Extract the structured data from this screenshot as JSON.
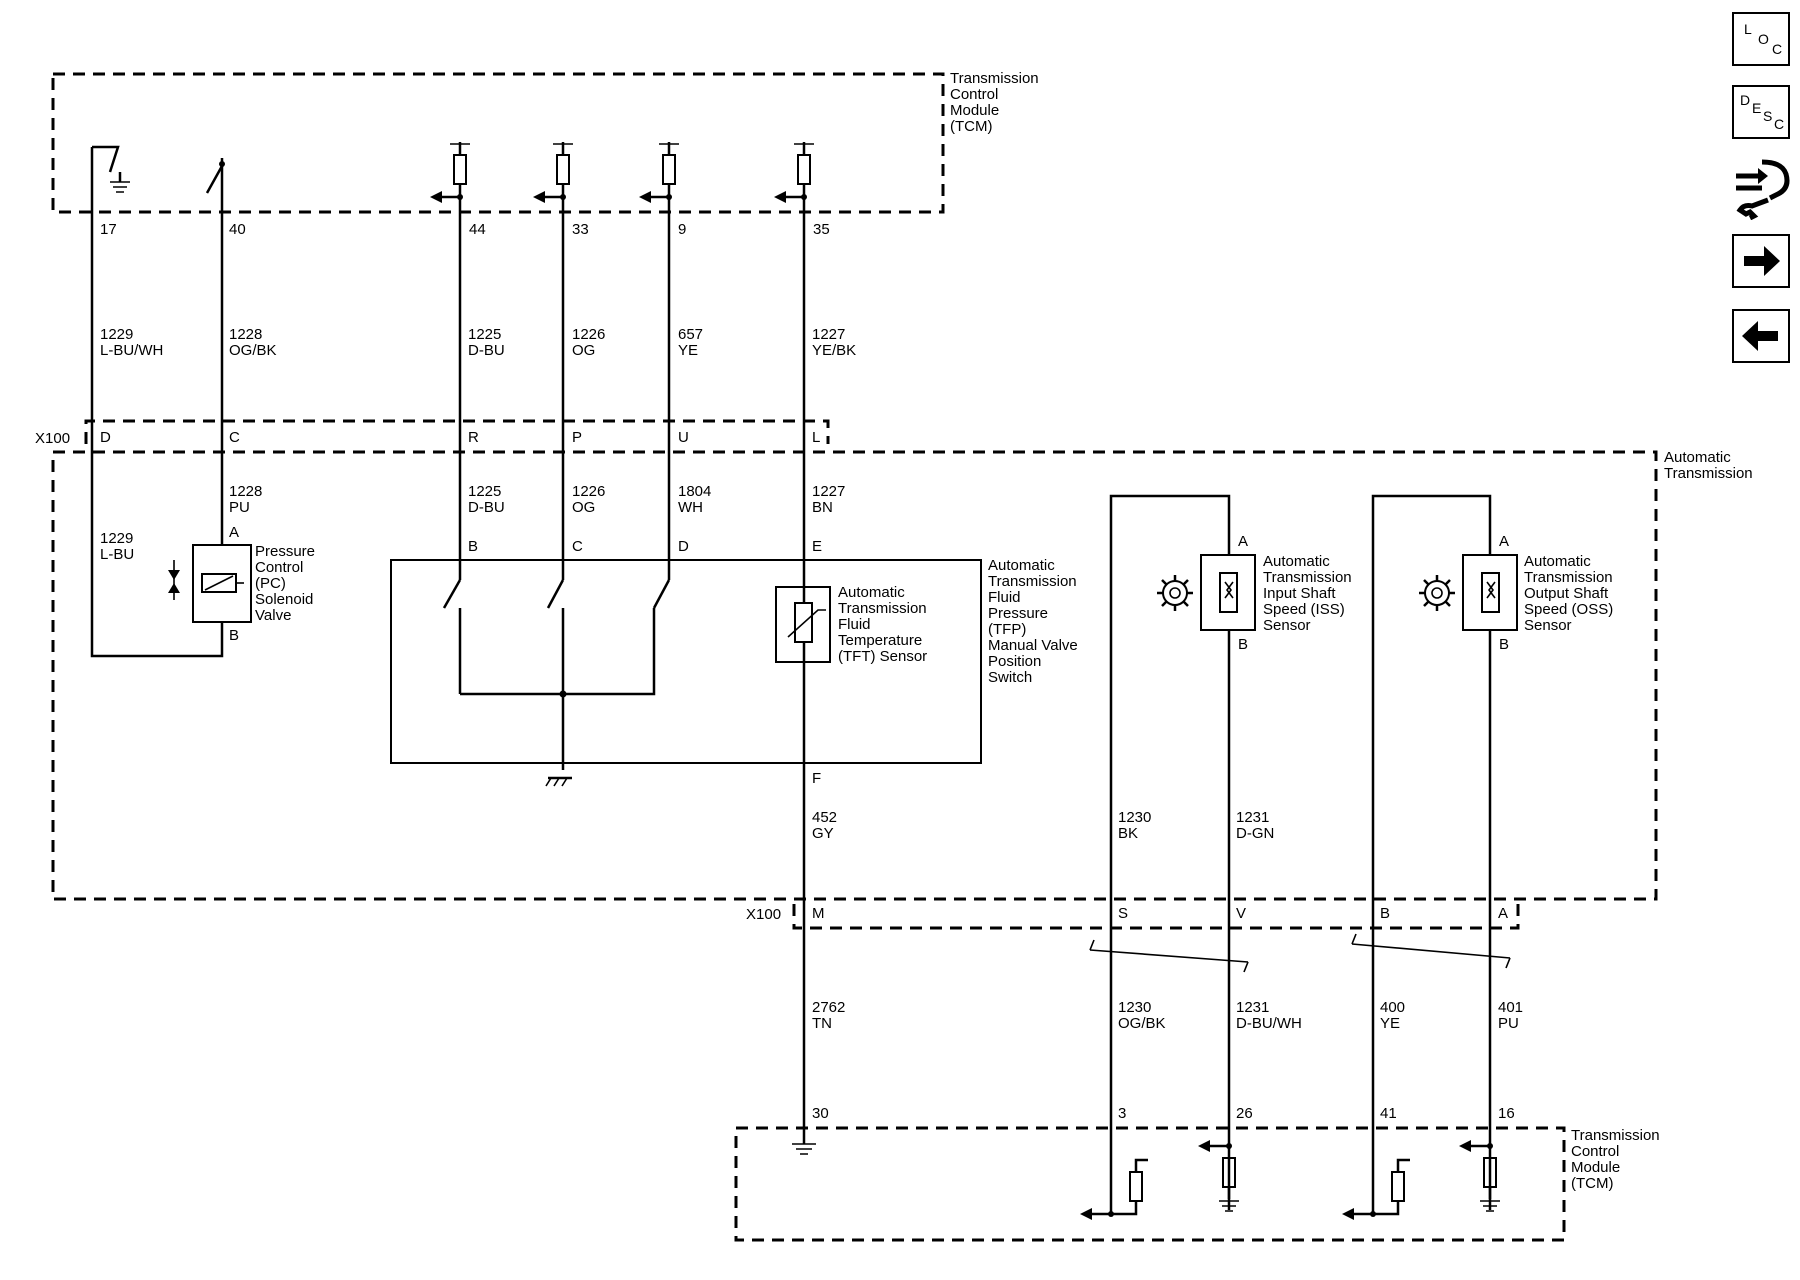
{
  "labels": {
    "tcm_top": [
      "Transmission",
      "Control",
      "Module",
      "(TCM)"
    ],
    "tcm_bottom": [
      "Transmission",
      "Control",
      "Module",
      "(TCM)"
    ],
    "auto_trans": [
      "Automatic",
      "Transmission"
    ],
    "pc_solenoid": [
      "Pressure",
      "Control",
      "(PC)",
      "Solenoid",
      "Valve"
    ],
    "tft_sensor": [
      "Automatic",
      "Transmission",
      "Fluid",
      "Temperature",
      "(TFT) Sensor"
    ],
    "tfp_switch": [
      "Automatic",
      "Transmission",
      "Fluid",
      "Pressure",
      "(TFP)",
      "Manual Valve",
      "Position",
      "Switch"
    ],
    "iss_sensor": [
      "Automatic",
      "Transmission",
      "Input Shaft",
      "Speed (ISS)",
      "Sensor"
    ],
    "oss_sensor": [
      "Automatic",
      "Transmission",
      "Output Shaft",
      "Speed (OSS)",
      "Sensor"
    ],
    "connector_x100": "X100"
  },
  "tcm_pins_top": [
    "17",
    "40",
    "44",
    "33",
    "9",
    "35"
  ],
  "tcm_pins_bottom": [
    "30",
    "3",
    "26",
    "41",
    "16"
  ],
  "wires_upper": [
    {
      "circuit": "1229",
      "color": "L-BU/WH"
    },
    {
      "circuit": "1228",
      "color": "OG/BK"
    },
    {
      "circuit": "1225",
      "color": "D-BU"
    },
    {
      "circuit": "1226",
      "color": "OG"
    },
    {
      "circuit": "657",
      "color": "YE"
    },
    {
      "circuit": "1227",
      "color": "YE/BK"
    }
  ],
  "x100_top_pins": [
    "D",
    "C",
    "R",
    "P",
    "U",
    "L"
  ],
  "wires_trans": [
    {
      "circuit": "1229",
      "color": "L-BU"
    },
    {
      "circuit": "1228",
      "color": "PU"
    },
    {
      "circuit": "1225",
      "color": "D-BU"
    },
    {
      "circuit": "1226",
      "color": "OG"
    },
    {
      "circuit": "1804",
      "color": "WH"
    },
    {
      "circuit": "1227",
      "color": "BN"
    }
  ],
  "component_pins": {
    "pc_a": "A",
    "pc_b": "B",
    "tfp_b": "B",
    "tfp_c": "C",
    "tfp_d": "D",
    "tfp_e": "E",
    "tfp_f": "F",
    "iss_a": "A",
    "iss_b": "B",
    "oss_a": "A",
    "oss_b": "B"
  },
  "wires_lower_trans": [
    {
      "circuit": "452",
      "color": "GY"
    },
    {
      "circuit": "1230",
      "color": "BK"
    },
    {
      "circuit": "1231",
      "color": "D-GN"
    }
  ],
  "x100_bottom_pins": [
    "M",
    "S",
    "V",
    "B",
    "A"
  ],
  "wires_bottom": [
    {
      "circuit": "2762",
      "color": "TN"
    },
    {
      "circuit": "1230",
      "color": "OG/BK"
    },
    {
      "circuit": "1231",
      "color": "D-BU/WH"
    },
    {
      "circuit": "400",
      "color": "YE"
    },
    {
      "circuit": "401",
      "color": "PU"
    }
  ],
  "nav": {
    "loc": [
      "L",
      "O",
      "C"
    ],
    "desc": [
      "D",
      "E",
      "S",
      "C"
    ]
  }
}
